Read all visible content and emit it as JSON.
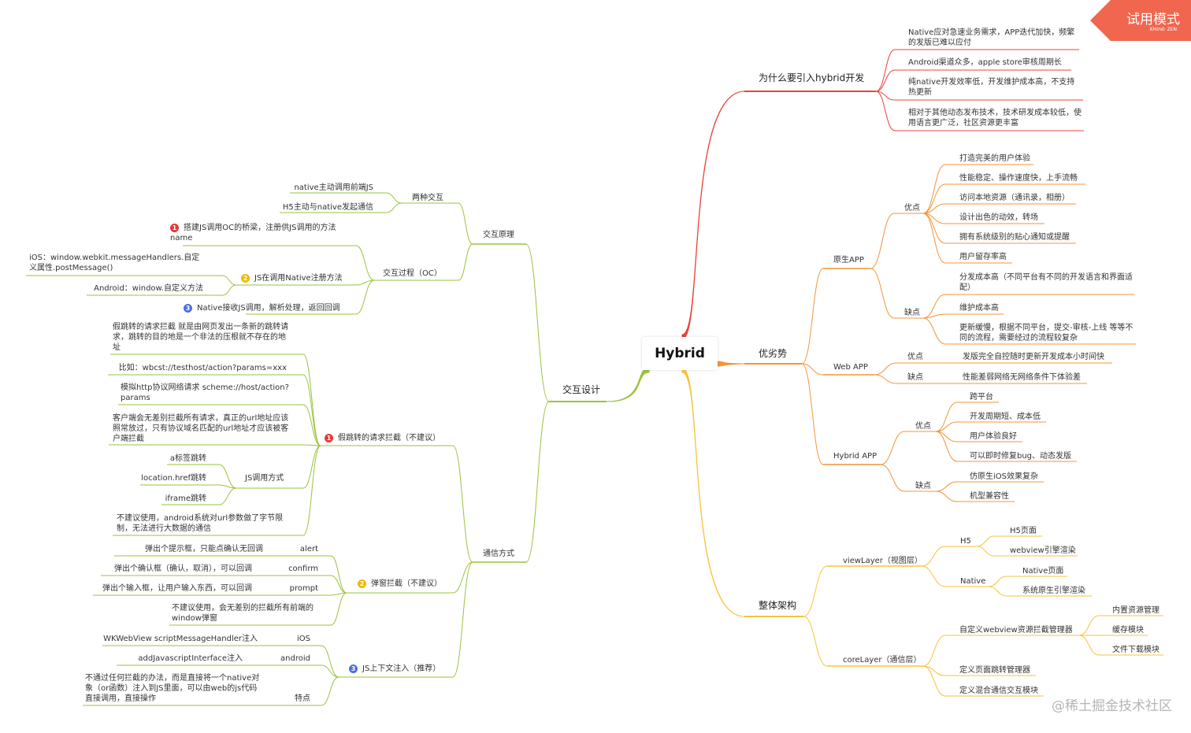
{
  "root": "Hybrid",
  "badge": {
    "title": "试用模式",
    "subtitle": "XMind: ZEN",
    "color": "#f0664f"
  },
  "watermark": "@稀土掘金技术社区",
  "colors": {
    "red": "#e8443a",
    "orange": "#f4943a",
    "yellow": "#f5c43a",
    "green": "#9ac33c"
  },
  "right": {
    "why": {
      "title": "为什么要引入hybrid开发",
      "items": [
        "Native应对急速业务需求，APP迭代加快，频繁的发版已难以应付",
        "Android渠道众多，apple store审核周期长",
        "纯native开发效率低，开发维护成本高，不支持热更新",
        "相对于其他动态发布技术，技术研发成本较低，使用语言更广泛，社区资源更丰富"
      ]
    },
    "pros": {
      "title": "优劣势",
      "native": {
        "title": "原生APP",
        "adv_label": "优点",
        "adv": [
          "打造完美的用户体验",
          "性能稳定、操作速度快，上手流畅",
          "访问本地资源（通讯录，相册）",
          "设计出色的动效，转场",
          "拥有系统级别的贴心通知或提醒",
          "用户留存率高"
        ],
        "dis_label": "缺点",
        "dis": [
          "分发成本高（不同平台有不同的开发语言和界面适配）",
          "维护成本高",
          "更新缓慢，根据不同平台，提交-审核-上线 等等不同的流程，需要经过的流程较复杂"
        ]
      },
      "web": {
        "title": "Web APP",
        "adv_label": "优点",
        "adv": "发版完全自控随时更新开发成本小时间快",
        "dis_label": "缺点",
        "dis": "性能差弱网络无网络条件下体验差"
      },
      "hybrid": {
        "title": "Hybrid APP",
        "adv_label": "优点",
        "adv": [
          "跨平台",
          "开发周期短、成本低",
          "用户体验良好",
          "可以即时修复bug、动态发版"
        ],
        "dis_label": "缺点",
        "dis": [
          "仿原生iOS效果复杂",
          "机型兼容性"
        ]
      }
    },
    "arch": {
      "title": "整体架构",
      "view": {
        "title": "viewLayer（视图层）",
        "h5": {
          "title": "H5",
          "items": [
            "H5页面",
            "webview引擎渲染"
          ]
        },
        "native": {
          "title": "Native",
          "items": [
            "Native页面",
            "系统原生引擎渲染"
          ]
        }
      },
      "core": {
        "title": "coreLayer（通信层）",
        "mgr": {
          "title": "自定义webview资源拦截管理器",
          "items": [
            "内置资源管理",
            "缓存模块",
            "文件下载模块"
          ]
        },
        "others": [
          "定义页面跳转管理器",
          "定义混合通信交互模块"
        ]
      }
    }
  },
  "left": {
    "design": "交互设计",
    "principle": {
      "title": "交互原理",
      "two": {
        "title": "两种交互",
        "items": [
          "native主动调用前端JS",
          "H5主动与native发起通信"
        ]
      },
      "process": {
        "title": "交互过程（OC）",
        "s1": {
          "num": "1",
          "text": "搭建JS调用OC的桥梁，注册供JS调用的方法name"
        },
        "s2": {
          "num": "2",
          "text": "JS在调用Native注册方法",
          "items": [
            "iOS：window.webkit.messageHandlers.自定义属性.postMessage()",
            "Android：window.自定义方法"
          ]
        },
        "s3": {
          "num": "3",
          "text": "Native接收JS调用，解析处理，返回回调"
        }
      }
    },
    "comm": {
      "title": "通信方式",
      "fake": {
        "num": "1",
        "title": "假跳转的请求拦截（不建议）",
        "items": [
          "假跳转的请求拦截 就是由网页发出一条新的跳转请求，跳转的目的地是一个非法的压根就不存在的地址",
          "比如：wbcst://testhost/action?params=xxx",
          "模拟http协议网络请求 scheme://host/action?params",
          "客户端会无差别拦截所有请求，真正的url地址应该照常放过，只有协议域名匹配的url地址才应该被客户端拦截"
        ],
        "js": {
          "title": "JS调用方式",
          "items": [
            "a标签跳转",
            "location.href跳转",
            "iframe跳转"
          ]
        },
        "note": "不建议使用，android系统对url参数做了字节限制，无法进行大数据的通信"
      },
      "popup": {
        "num": "2",
        "title": "弹窗拦截（不建议）",
        "rows": [
          {
            "key": "alert",
            "desc": "弹出个提示框，只能点确认无回调"
          },
          {
            "key": "confirm",
            "desc": "弹出个确认框（确认，取消），可以回调"
          },
          {
            "key": "prompt",
            "desc": "弹出个输入框，让用户输入东西，可以回调"
          }
        ],
        "note": "不建议使用，会无差别的拦截所有前端的window弹窗"
      },
      "inject": {
        "num": "3",
        "title": "JS上下文注入（推荐）",
        "rows": [
          {
            "key": "iOS",
            "desc": "WKWebView scriptMessageHandler注入"
          },
          {
            "key": "android",
            "desc": "addJavascriptInterface注入"
          },
          {
            "key": "特点",
            "desc": "不通过任何拦截的办法，而是直接将一个native对象（or函数）注入到JS里面，可以由web的js代码直接调用，直接操作"
          }
        ]
      }
    }
  }
}
